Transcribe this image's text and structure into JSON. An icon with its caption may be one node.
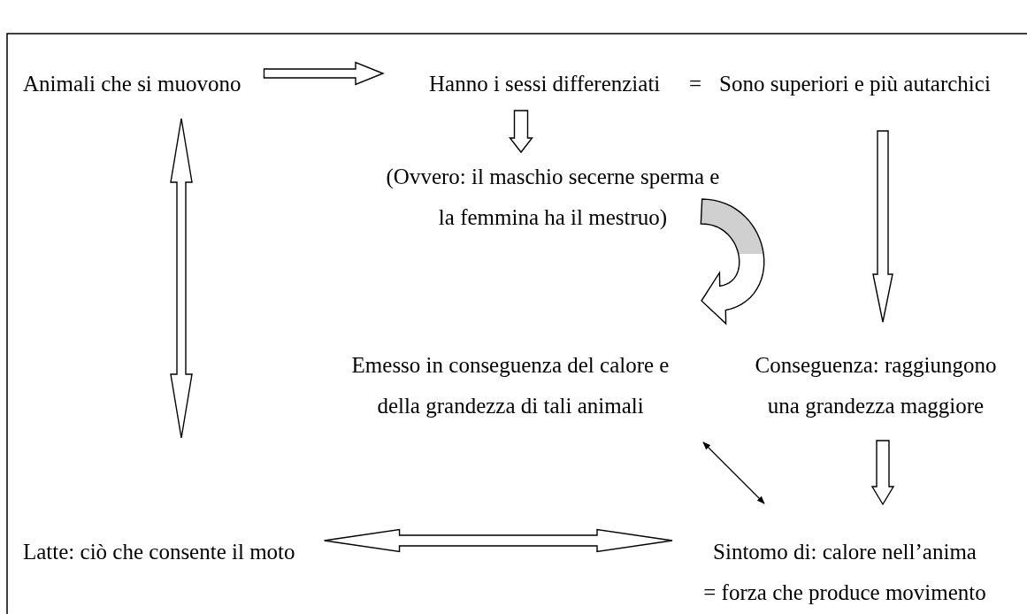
{
  "diagram": {
    "nodes": [
      {
        "text": [
          "Animali che si muovono"
        ]
      },
      {
        "text": [
          "Hanno i sessi differenziati"
        ]
      },
      {
        "text": [
          "Sono superiori e più autarchici"
        ]
      },
      {
        "text": [
          "(Ovvero: il maschio secerne sperma e la femmina ha il mestruo)"
        ]
      },
      {
        "text": [
          "Emesso in conseguenza del calore e della grandezza di tali animali"
        ]
      },
      {
        "text": [
          "Conseguenza: raggiungono una grandezza maggiore"
        ]
      },
      {
        "text": [
          "Latte: ciò che consente il moto"
        ]
      },
      {
        "text": [
          "Sintomo di: calore nell’anima",
          "= forza che produce movimento"
        ]
      }
    ],
    "edges": [
      {
        "from": 0,
        "to": 1,
        "arrow": "to"
      },
      {
        "from": 1,
        "to": 3,
        "arrow": "to"
      },
      {
        "from": 3,
        "to": 4,
        "arrow": "to"
      },
      {
        "from": 2,
        "to": 5,
        "arrow": "to"
      },
      {
        "from": 0,
        "to": 6,
        "arrow": "both"
      },
      {
        "from": 5,
        "to": 7,
        "arrow": "to"
      },
      {
        "from": 4,
        "to": 7,
        "arrow": "both"
      },
      {
        "from": 6,
        "to": 7,
        "arrow": "both"
      }
    ],
    "labels": [
      "="
    ]
  }
}
